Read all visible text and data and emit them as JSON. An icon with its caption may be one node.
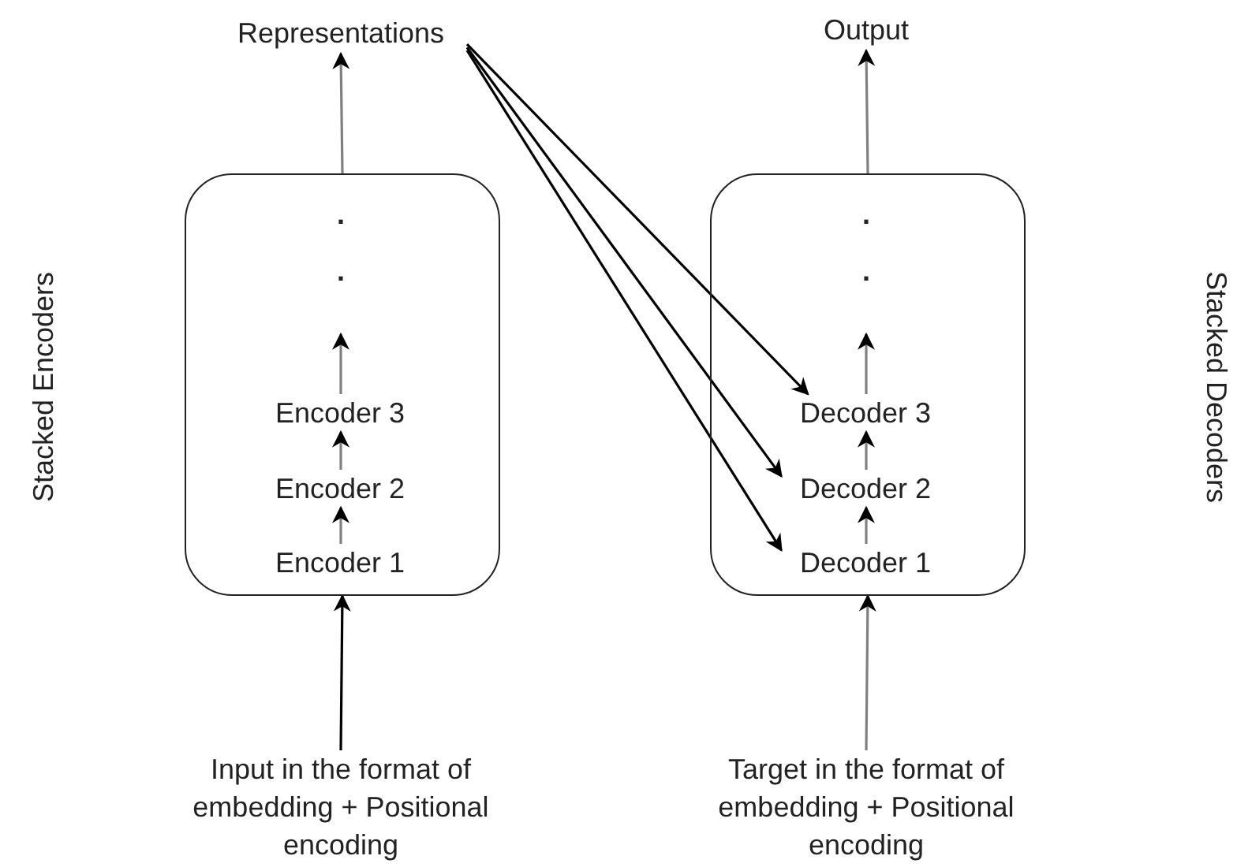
{
  "diagram": {
    "nodes": [
      {
        "text": [
          "Representations"
        ]
      },
      {
        "text": [
          "Output"
        ]
      },
      {
        "text": [],
        "shape": "box"
      },
      {
        "text": [
          "Encoder 3"
        ],
        "in": 2
      },
      {
        "text": [
          "Encoder 2"
        ],
        "in": 2
      },
      {
        "text": [
          "Encoder 1"
        ],
        "in": 2
      },
      {
        "text": [],
        "shape": "box"
      },
      {
        "text": [
          "Decoder 3"
        ],
        "in": 6
      },
      {
        "text": [
          "Decoder 2"
        ],
        "in": 6
      },
      {
        "text": [
          "Decoder 1"
        ],
        "in": 6
      },
      {
        "text": [
          "Input in the format of embedding + Positional encoding"
        ]
      },
      {
        "text": [
          "Target in the format of embedding + Positional encoding"
        ]
      }
    ],
    "edges": [
      {
        "from": 2,
        "to": 0,
        "arrow": "to"
      },
      {
        "from": 6,
        "to": 1,
        "arrow": "to"
      },
      {
        "from": 0,
        "to": 7,
        "arrow": "to",
        "color": "#000000"
      },
      {
        "from": 0,
        "to": 8,
        "arrow": "to",
        "color": "#000000"
      },
      {
        "from": 0,
        "to": 9,
        "arrow": "to",
        "color": "#000000"
      },
      {
        "from": 5,
        "to": 4,
        "arrow": "to"
      },
      {
        "from": 4,
        "to": 3,
        "arrow": "to"
      },
      {
        "from": 3,
        "to": null,
        "arrow": "to"
      },
      {
        "from": 9,
        "to": 8,
        "arrow": "to"
      },
      {
        "from": 8,
        "to": 7,
        "arrow": "to"
      },
      {
        "from": 7,
        "to": null,
        "arrow": "to"
      },
      {
        "from": 10,
        "to": 2,
        "arrow": "to",
        "color": "#000000"
      },
      {
        "from": 11,
        "to": 6,
        "arrow": "to"
      }
    ],
    "labels": [
      "Stacked Encoders",
      ".",
      ".",
      ".",
      ".",
      "Stacked Decoders"
    ]
  }
}
